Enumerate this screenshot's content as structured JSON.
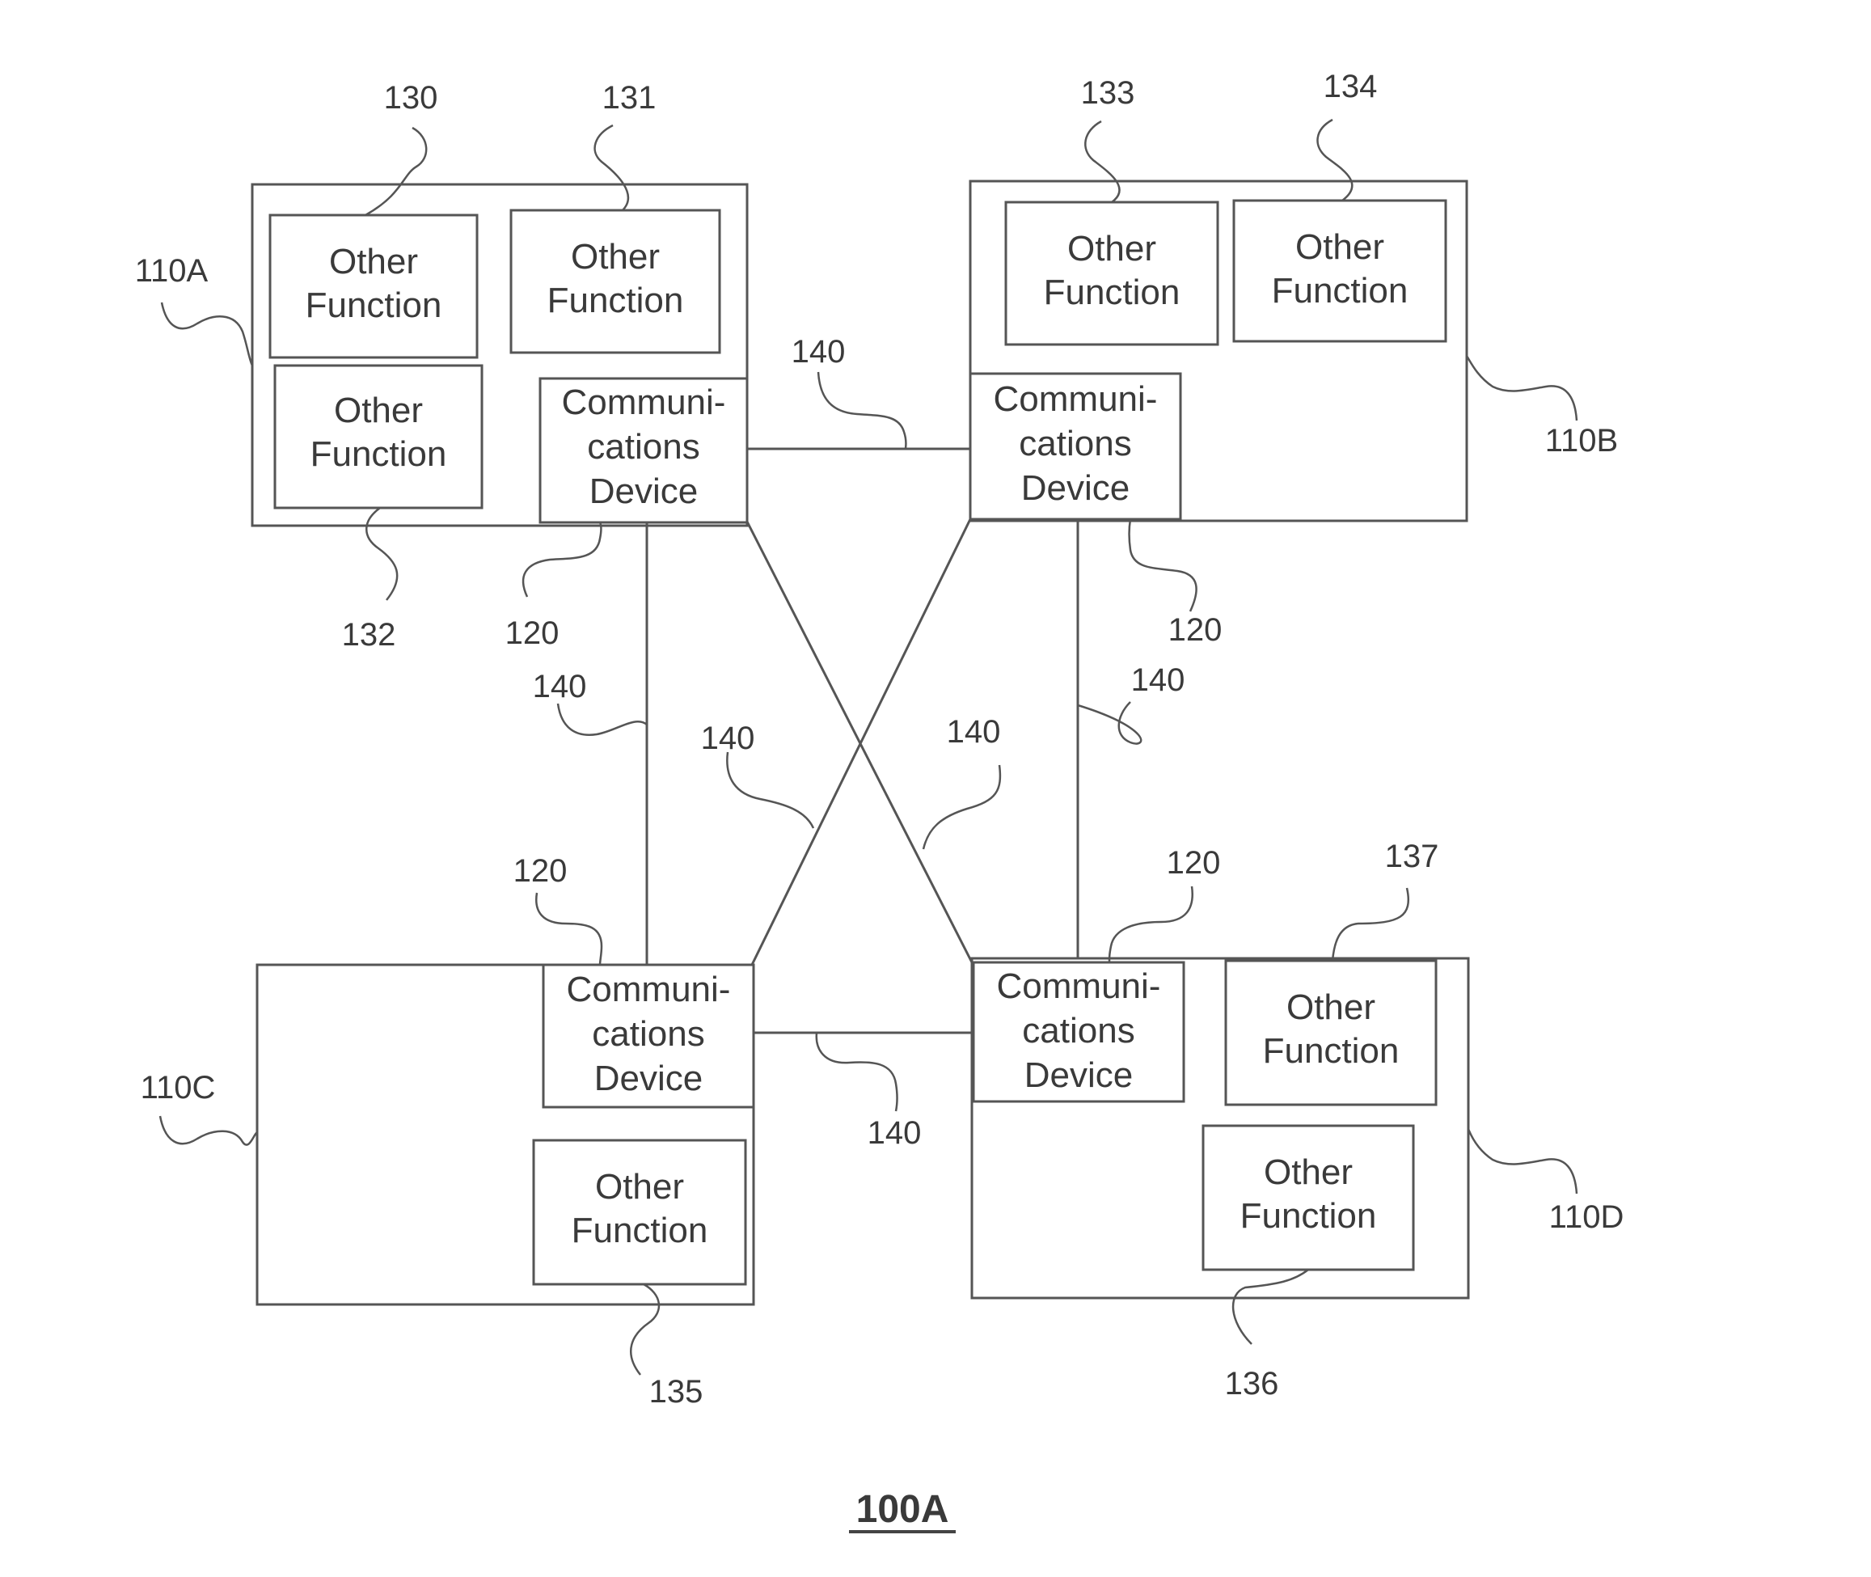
{
  "figure_label": "100A",
  "function_label": [
    "Other",
    "Function"
  ],
  "comm_label": [
    "Communi-",
    "cations",
    "Device"
  ],
  "refs": {
    "r130": "130",
    "r131": "131",
    "r132": "132",
    "r133": "133",
    "r134": "134",
    "r135": "135",
    "r136": "136",
    "r137": "137",
    "r110A": "110A",
    "r110B": "110B",
    "r110C": "110C",
    "r110D": "110D",
    "r120": "120",
    "r140": "140"
  }
}
